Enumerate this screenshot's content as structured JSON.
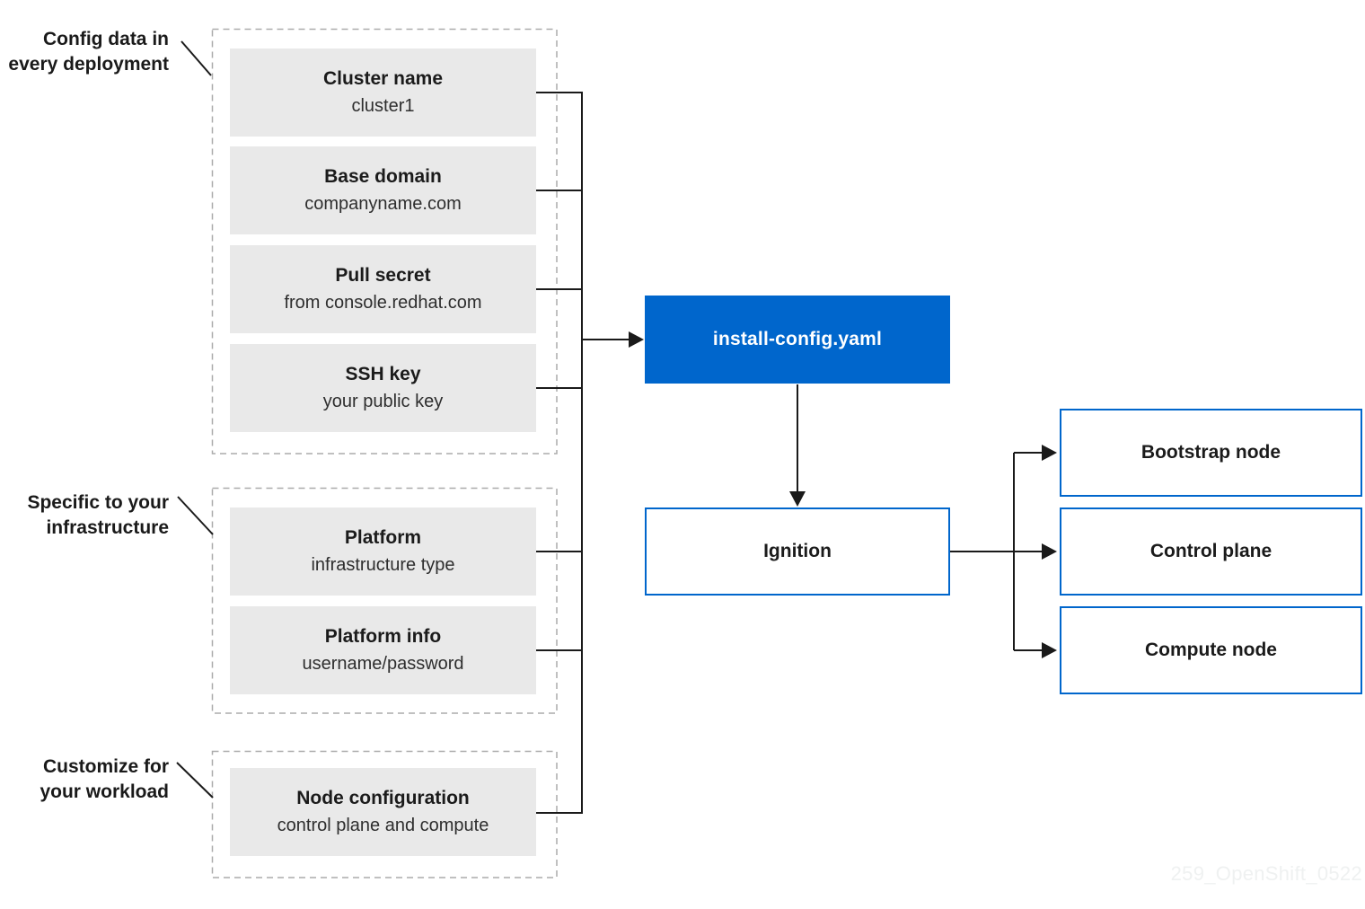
{
  "watermark": "259_OpenShift_0522",
  "colors": {
    "accent_blue": "#0066cc",
    "item_fill": "#e9e9e9",
    "connector_line": "#1a1a1a",
    "dashed_border": "#ababab",
    "watermark_text": "#eff1f1"
  },
  "groups": [
    {
      "label_line1": "Config data in",
      "label_line2": "every deployment",
      "items": [
        {
          "title": "Cluster name",
          "subtitle": "cluster1"
        },
        {
          "title": "Base domain",
          "subtitle": "companyname.com"
        },
        {
          "title": "Pull secret",
          "subtitle": "from console.redhat.com"
        },
        {
          "title": "SSH key",
          "subtitle": "your public key"
        }
      ]
    },
    {
      "label_line1": "Specific to your",
      "label_line2": "infrastructure",
      "items": [
        {
          "title": "Platform",
          "subtitle": "infrastructure type"
        },
        {
          "title": "Platform info",
          "subtitle": "username/password"
        }
      ]
    },
    {
      "label_line1": "Customize for",
      "label_line2": "your workload",
      "items": [
        {
          "title": "Node configuration",
          "subtitle": "control plane and compute"
        }
      ]
    }
  ],
  "center": {
    "install_config": "install-config.yaml",
    "ignition": "Ignition"
  },
  "nodes": [
    "Bootstrap node",
    "Control plane",
    "Compute node"
  ]
}
